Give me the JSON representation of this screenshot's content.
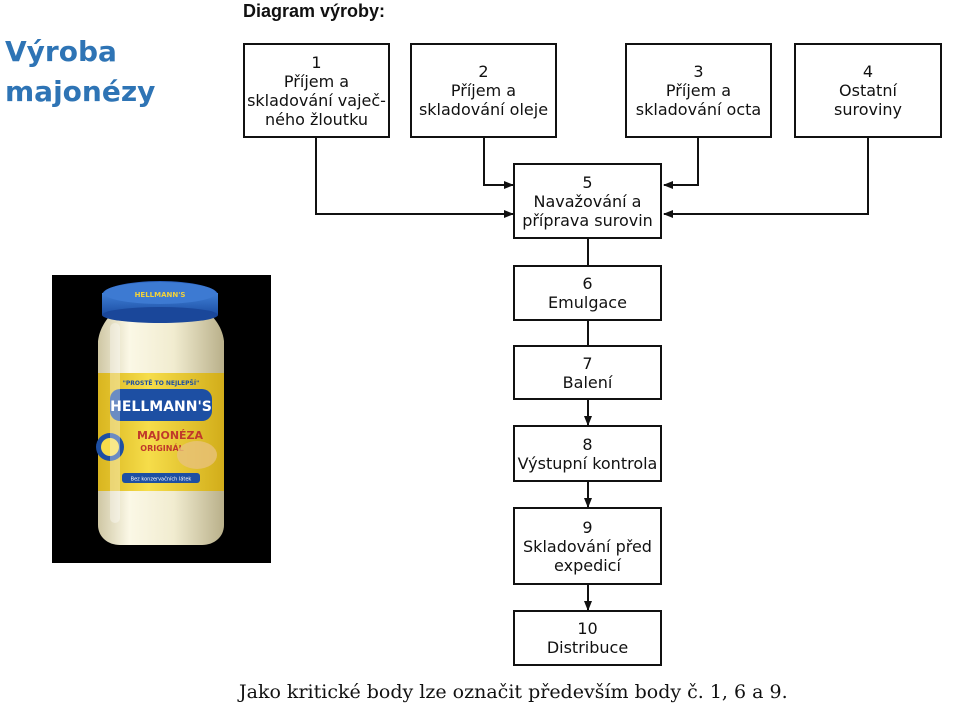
{
  "slide": {
    "title": "Výroba\nmajonézy"
  },
  "diagram": {
    "heading": "Diagram výroby:",
    "steps": [
      {
        "num": "1",
        "label": "Příjem a\nskladování vaječ-\nného žloutku"
      },
      {
        "num": "2",
        "label": "Příjem a\nskladování oleje"
      },
      {
        "num": "3",
        "label": "Příjem a\nskladování octa"
      },
      {
        "num": "4",
        "label": "Ostatní\nsuroviny"
      },
      {
        "num": "5",
        "label": "Navažování a\npříprava surovin"
      },
      {
        "num": "6",
        "label": "Emulgace"
      },
      {
        "num": "7",
        "label": "Balení"
      },
      {
        "num": "8",
        "label": "Výstupní kontrola"
      },
      {
        "num": "9",
        "label": "Skladování před\nexpedicí"
      },
      {
        "num": "10",
        "label": "Distribuce"
      }
    ]
  },
  "product_photo": {
    "brand": "HELLMANN'S",
    "product": "MAJONÉZA",
    "variant": "ORIGINÁL",
    "lid_text": "HELLMANN'S",
    "slogan": "\"PROSTĚ TO NEJLEPŠÍ\"",
    "badge": "Bez konzervačních látek"
  },
  "footer": {
    "note": "Jako kritické body lze označit především body č. 1, 6 a 9."
  },
  "colors": {
    "title": "#2e74b5",
    "line": "#111111",
    "jar_label": "#f3d23a",
    "brand_blue": "#1d4fa3"
  }
}
